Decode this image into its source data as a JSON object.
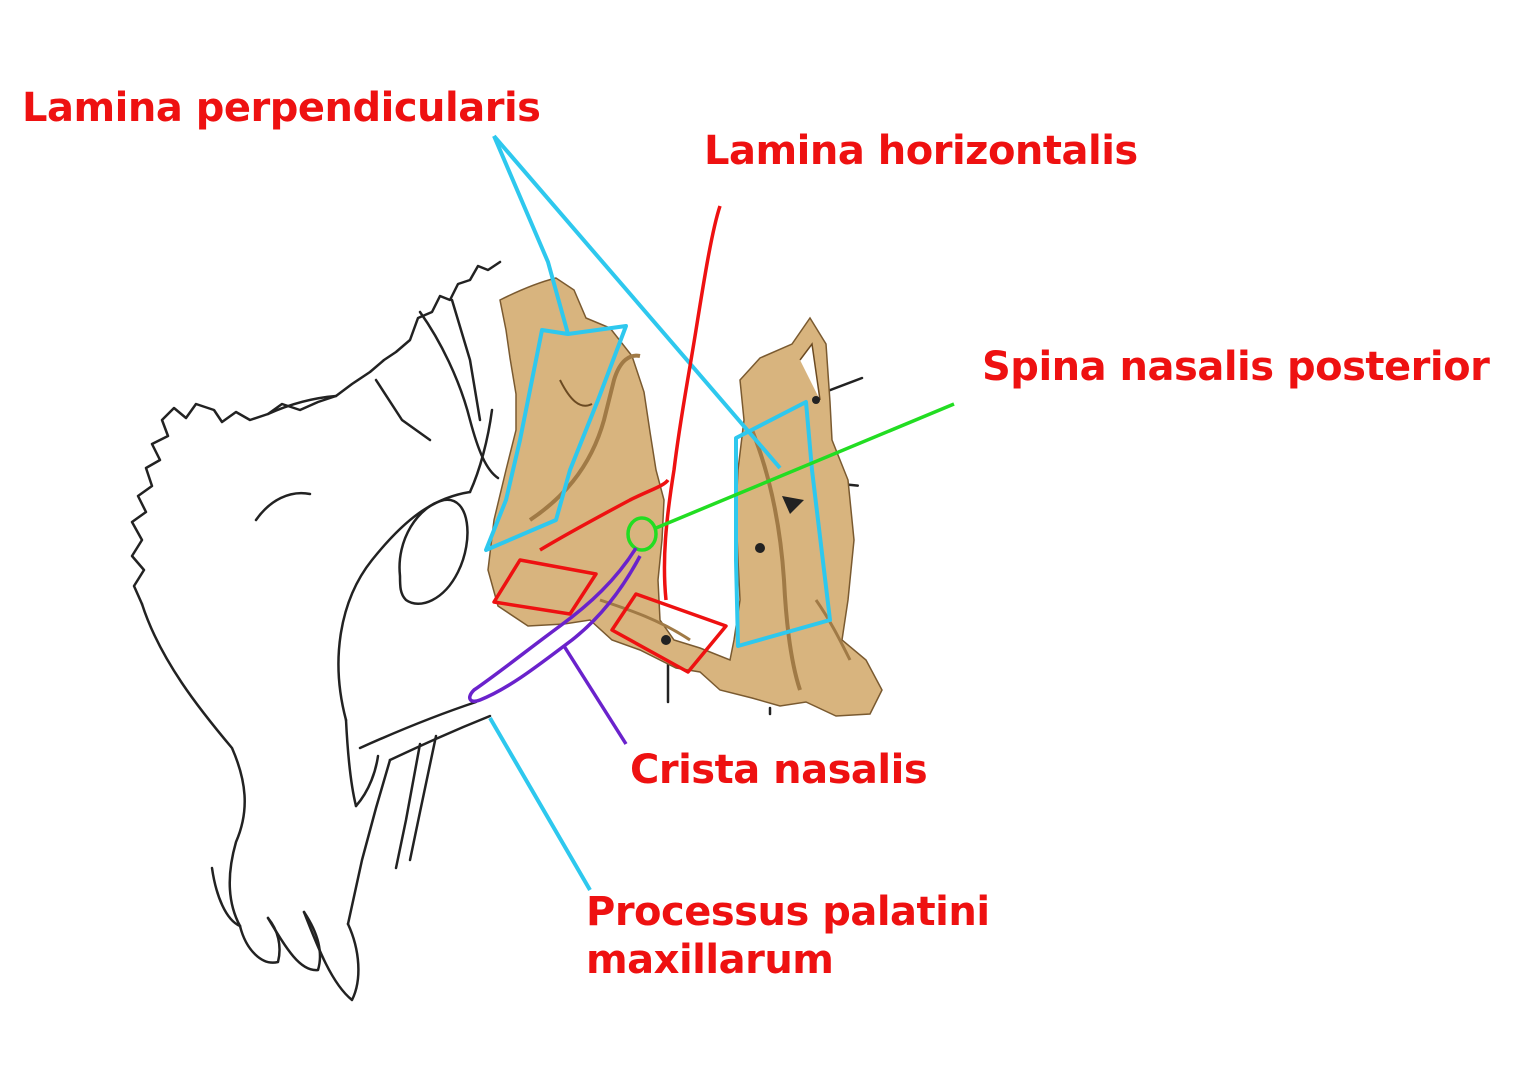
{
  "colors": {
    "label_text": "#ee1111",
    "bone_fill": "#d8b47e",
    "bone_shade": "#a07a46",
    "outline": "#222222",
    "cyan_marker": "#2ec8ee",
    "red_marker": "#ee1111",
    "green_marker": "#22dd22",
    "purple_marker": "#6a22cc"
  },
  "labels": {
    "lamina_perpendicularis": "Lamina perpendicularis",
    "lamina_horizontalis": "Lamina horizontalis",
    "spina_nasalis_posterior": "Spina nasalis posterior",
    "crista_nasalis": "Crista nasalis",
    "processus_palatini_line1": "Processus palatini",
    "processus_palatini_line2": "maxillarum"
  }
}
